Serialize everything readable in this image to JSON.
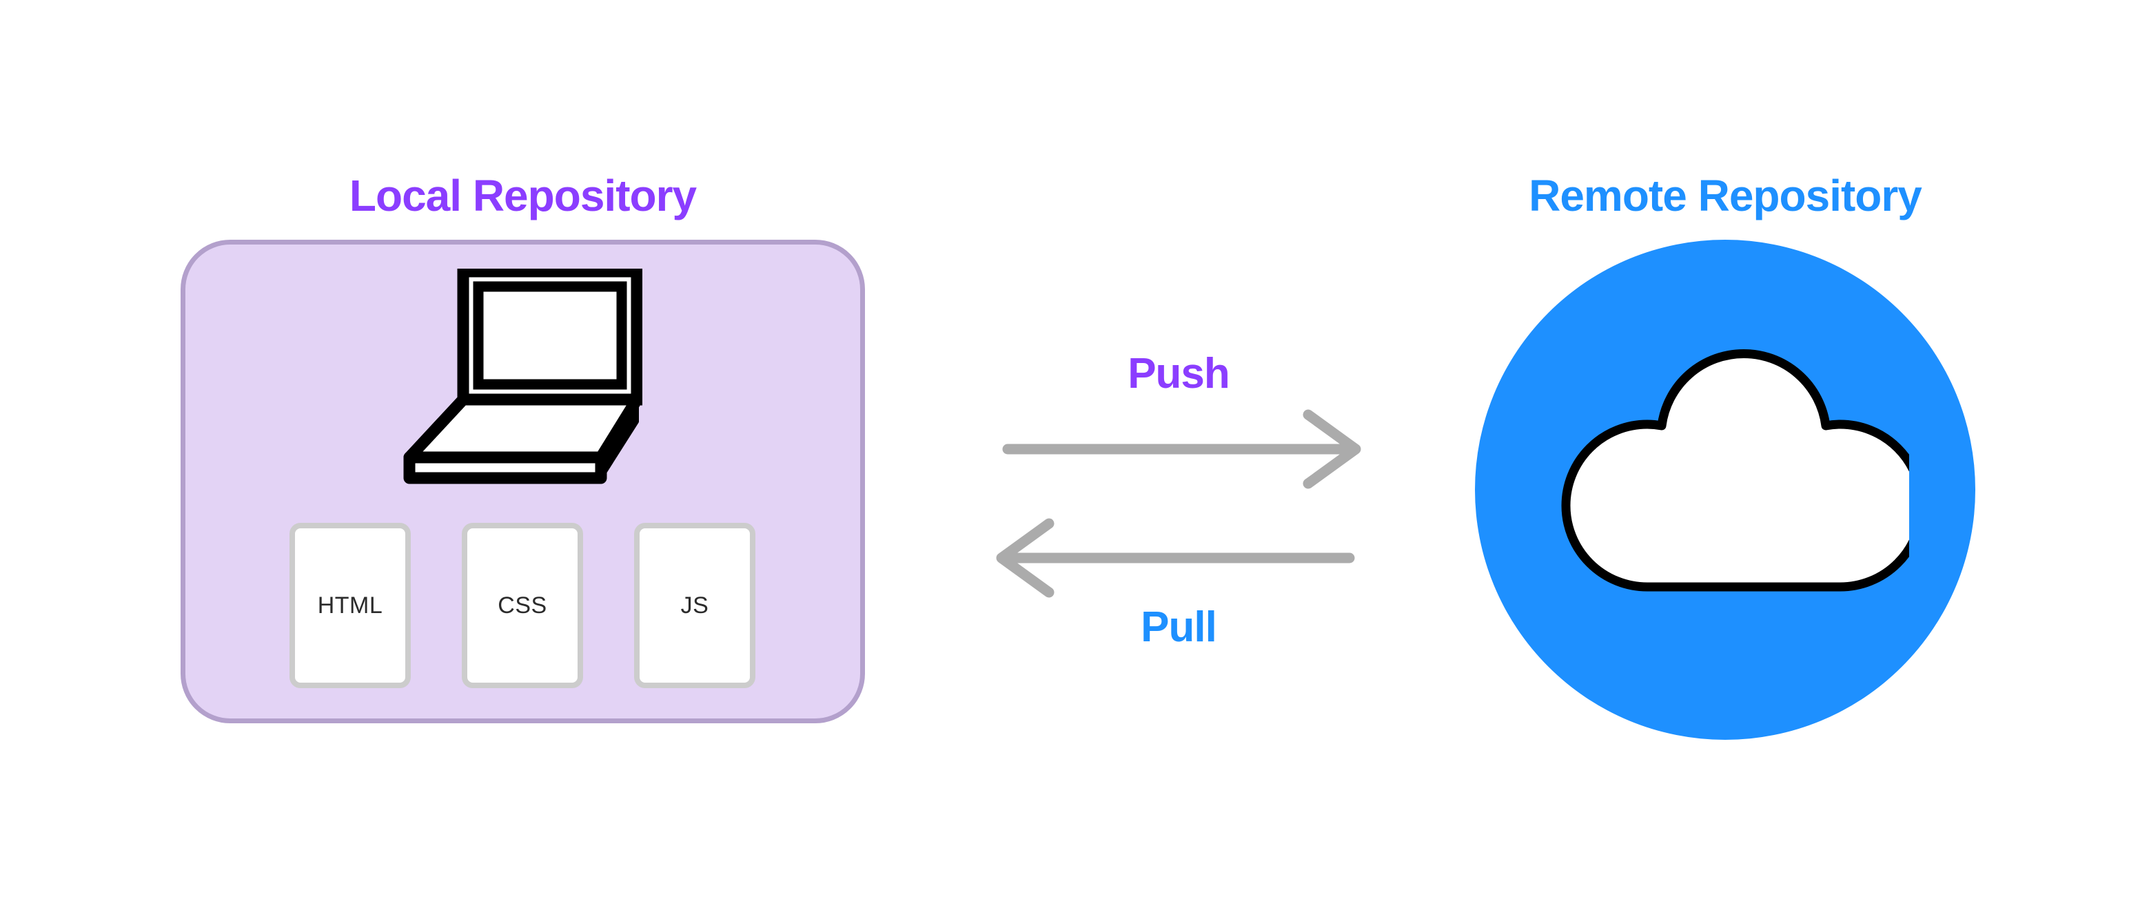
{
  "diagram": {
    "title_local": "Local Repository",
    "title_remote": "Remote Repository",
    "local": {
      "panel_fill": "#E3D3F5",
      "panel_border": "#B3A0CC",
      "title_color": "#8B3DFF",
      "device_icon": "laptop-icon",
      "files": [
        {
          "label": "HTML",
          "icon": "file-card-icon"
        },
        {
          "label": "CSS",
          "icon": "file-card-icon"
        },
        {
          "label": "JS",
          "icon": "file-card-icon"
        }
      ]
    },
    "remote": {
      "circle_fill": "#1E90FF",
      "title_color": "#1E90FF",
      "icon": "cloud-icon"
    },
    "arrows": [
      {
        "label": "Push",
        "direction": "right",
        "color": "#ABABAB",
        "label_color": "#8B3DFF",
        "icon": "arrow-right-icon"
      },
      {
        "label": "Pull",
        "direction": "left",
        "color": "#ABABAB",
        "label_color": "#1E90FF",
        "icon": "arrow-left-icon"
      }
    ],
    "colors": {
      "background": "#FFFFFF",
      "purple": "#8B3DFF",
      "blue": "#1E90FF",
      "arrow_gray": "#ABABAB",
      "card_border": "#CCCCCC",
      "card_fill": "#FFFFFF",
      "outline_black": "#000000"
    }
  }
}
